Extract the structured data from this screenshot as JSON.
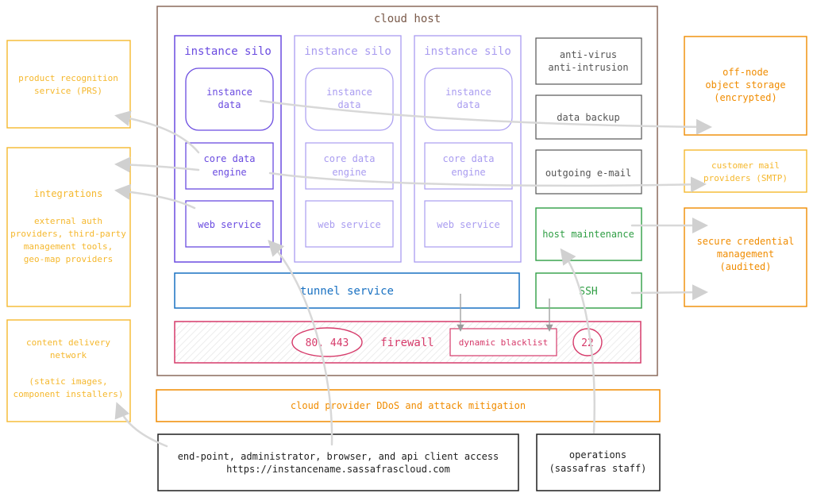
{
  "colors": {
    "host_border": "#8a6a5c",
    "host_title": "#7a5a4a",
    "silo_active": "#6a4be0",
    "silo_faded": "#a99cf0",
    "gray": "#555555",
    "yellow": "#f5b82e",
    "orange": "#f08c00",
    "blue": "#1971c2",
    "green": "#2f9e44",
    "red": "#d63a6a",
    "black": "#1e1e1e",
    "arrow": "#d8d8d8"
  },
  "host": {
    "title": "cloud host"
  },
  "silos": [
    {
      "title": "instance silo",
      "data": [
        "instance",
        "data"
      ],
      "engine": [
        "core data",
        "engine"
      ],
      "web": "web service"
    },
    {
      "title": "instance silo",
      "data": [
        "instance",
        "data"
      ],
      "engine": [
        "core data",
        "engine"
      ],
      "web": "web service"
    },
    {
      "title": "instance silo",
      "data": [
        "instance",
        "data"
      ],
      "engine": [
        "core data",
        "engine"
      ],
      "web": "web service"
    }
  ],
  "host_services": {
    "antivirus": [
      "anti-virus",
      "anti-intrusion"
    ],
    "backup": "data backup",
    "email": "outgoing e-mail",
    "maintenance": "host maintenance",
    "ssh": "SSH",
    "tunnel": "tunnel service"
  },
  "firewall": {
    "label": "firewall",
    "ports_web": "80, 443",
    "blacklist": "dynamic blacklist",
    "port_ssh": "22"
  },
  "ddos": "cloud provider DDoS and attack mitigation",
  "external_left": {
    "prs": [
      "product recognition",
      "service (PRS)"
    ],
    "integrations_title": "integrations",
    "integrations_body": [
      "external auth",
      "providers, third-party",
      "management tools,",
      "geo-map providers"
    ],
    "cdn": [
      "content delivery",
      "network"
    ],
    "cdn_body": [
      "(static images,",
      "component installers)"
    ]
  },
  "external_right": {
    "storage": [
      "off-node",
      "object storage",
      "(encrypted)"
    ],
    "mail": [
      "customer mail",
      "providers (SMTP)"
    ],
    "credentials": [
      "secure credential",
      "management",
      "(audited)"
    ]
  },
  "clients": {
    "access_line1": "end-point, administrator, browser, and api client access",
    "access_line2": "https://instancename.sassafrascloud.com",
    "operations_line1": "operations",
    "operations_line2": "(sassafras staff)"
  }
}
